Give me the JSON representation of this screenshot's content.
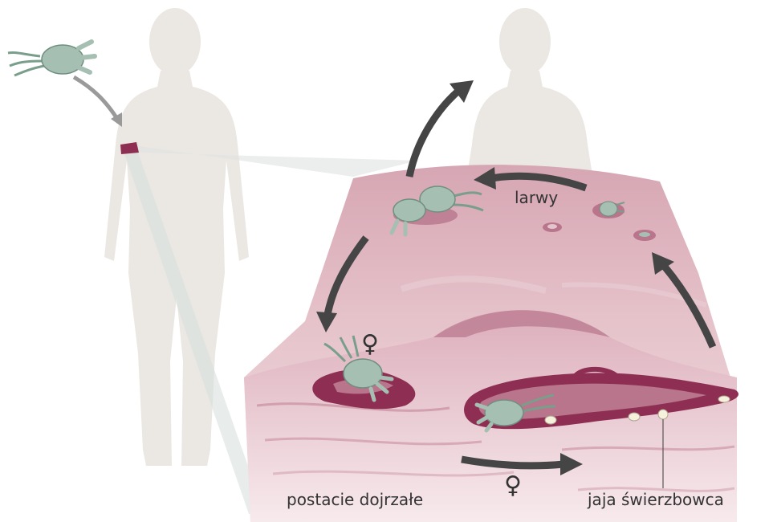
{
  "labels": {
    "larvae": "larwy",
    "mature_forms": "postacie dojrzałe",
    "eggs": "jaja świerzbowca",
    "female_symbol_top": "♀",
    "female_symbol_bottom": "♀"
  },
  "colors": {
    "silhouette": "#ebe8e3",
    "skin_top": "#d9aab6",
    "skin_side": "#ecd6db",
    "skin_lower": "#f5e6e9",
    "burrow": "#8e2e52",
    "burrow_inner": "#b8758c",
    "mite": "#a6bfb3",
    "arrow": "#454545",
    "egg": "#f6f1dc"
  },
  "icons": [
    "mite-icon",
    "egg-icon",
    "female-icon",
    "arrow-icon",
    "human-silhouette"
  ]
}
